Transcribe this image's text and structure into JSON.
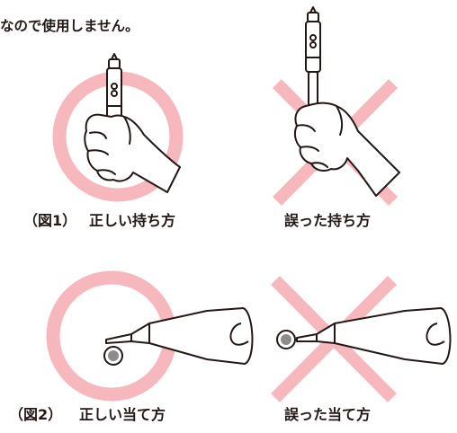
{
  "top_note": "なので使用しません。",
  "figure1": {
    "label": "（図1）",
    "correct": "正しい持ち方",
    "wrong": "誤った持ち方"
  },
  "figure2": {
    "label": "（図2）",
    "correct": "正しい当て方",
    "wrong": "誤った当て方"
  },
  "colors": {
    "mark": "#f6b8bd",
    "line": "#231815",
    "fill": "#ffffff"
  },
  "icons": {
    "correct": "circle-mark-icon",
    "wrong": "cross-mark-icon"
  }
}
